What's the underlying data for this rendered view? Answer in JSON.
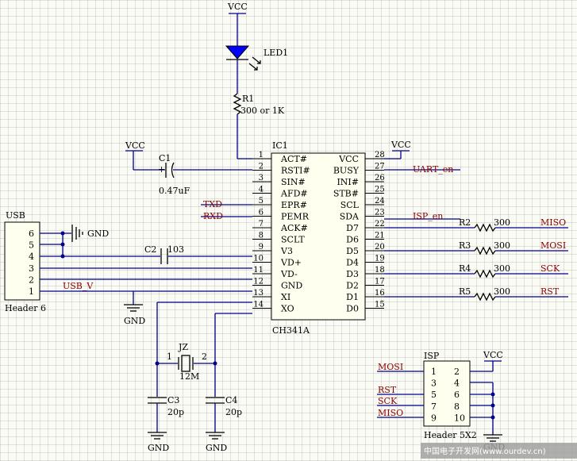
{
  "ic1": {
    "ref": "IC1",
    "part": "CH341A",
    "left_pins": [
      {
        "num": "1",
        "name": "ACT#"
      },
      {
        "num": "2",
        "name": "RSTI#"
      },
      {
        "num": "3",
        "name": "SIN#"
      },
      {
        "num": "4",
        "name": "AFD#"
      },
      {
        "num": "5",
        "name": "EPR#"
      },
      {
        "num": "6",
        "name": "PEMR"
      },
      {
        "num": "7",
        "name": "ACK#"
      },
      {
        "num": "8",
        "name": "SCLT"
      },
      {
        "num": "9",
        "name": "V3"
      },
      {
        "num": "10",
        "name": "VD+"
      },
      {
        "num": "11",
        "name": "VD-"
      },
      {
        "num": "12",
        "name": "GND"
      },
      {
        "num": "13",
        "name": "XI"
      },
      {
        "num": "14",
        "name": "XO"
      }
    ],
    "right_pins": [
      {
        "num": "28",
        "name": "VCC"
      },
      {
        "num": "27",
        "name": "BUSY"
      },
      {
        "num": "26",
        "name": "INI#"
      },
      {
        "num": "25",
        "name": "STB#"
      },
      {
        "num": "24",
        "name": "SCL"
      },
      {
        "num": "23",
        "name": "SDA"
      },
      {
        "num": "22",
        "name": "D7"
      },
      {
        "num": "21",
        "name": "D6"
      },
      {
        "num": "20",
        "name": "D5"
      },
      {
        "num": "19",
        "name": "D4"
      },
      {
        "num": "18",
        "name": "D3"
      },
      {
        "num": "17",
        "name": "D2"
      },
      {
        "num": "16",
        "name": "D1"
      },
      {
        "num": "15",
        "name": "D0"
      }
    ]
  },
  "led": {
    "ref": "LED1"
  },
  "r1": {
    "ref": "R1",
    "value": "300 or 1K"
  },
  "c1": {
    "ref": "C1",
    "value": "0.47uF",
    "plus": "+"
  },
  "c2": {
    "ref": "C2",
    "value": "103"
  },
  "c3": {
    "ref": "C3",
    "value": "20p"
  },
  "c4": {
    "ref": "C4",
    "value": "20p"
  },
  "crystal": {
    "ref": "JZ",
    "value": "12M",
    "pin1": "1",
    "pin2": "2"
  },
  "resistors": [
    {
      "ref": "R2",
      "value": "300",
      "net": "MISO"
    },
    {
      "ref": "R3",
      "value": "300",
      "net": "MOSI"
    },
    {
      "ref": "R4",
      "value": "300",
      "net": "SCK"
    },
    {
      "ref": "R5",
      "value": "300",
      "net": "RST"
    }
  ],
  "usb": {
    "title": "USB",
    "caption": "Header 6",
    "pins": [
      "6",
      "5",
      "4",
      "3",
      "2",
      "1"
    ],
    "net_usb_v": "USB_V"
  },
  "isp": {
    "title": "ISP",
    "caption": "Header 5X2",
    "left_pins": [
      "1",
      "3",
      "5",
      "7",
      "9"
    ],
    "right_pins": [
      "2",
      "4",
      "6",
      "8",
      "10"
    ],
    "nets": [
      "MOSI",
      "RST",
      "SCK",
      "MISO"
    ]
  },
  "nets": {
    "vcc": "VCC",
    "gnd": "GND",
    "txd": "TXD",
    "rxd": "RXD",
    "uart_en": "UART_en",
    "isp_en": "ISP_en"
  },
  "watermark": "中国电子开发网(www.ourdev.cn)",
  "colors": {
    "wire": "#00008b",
    "component": "#000000",
    "net_label": "#8b0000",
    "background": "#fbfbf5",
    "grid": "#d8d8d0"
  }
}
